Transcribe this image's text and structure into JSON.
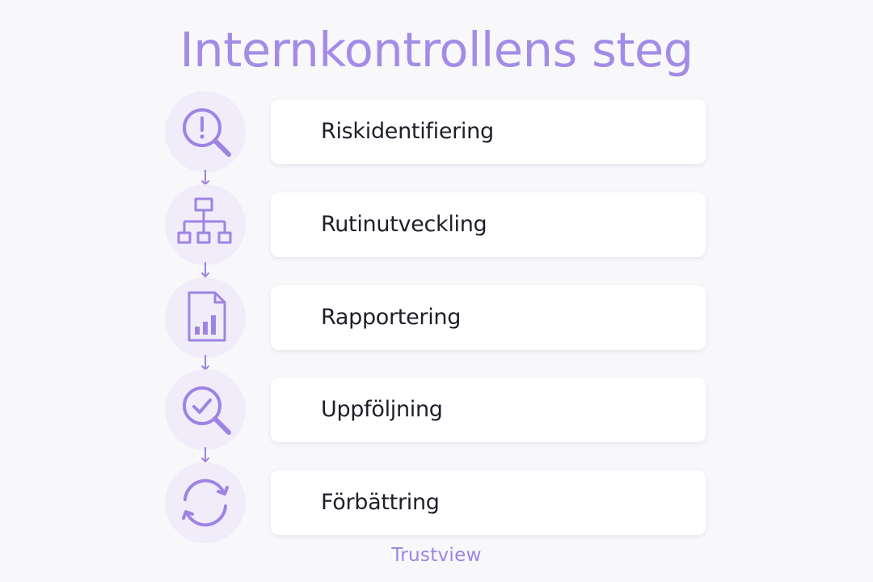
{
  "title": "Internkontrollens steg",
  "steps": [
    {
      "label": "Riskidentifiering",
      "icon": "magnifier-exclamation-icon"
    },
    {
      "label": "Rutinutveckling",
      "icon": "org-chart-icon"
    },
    {
      "label": "Rapportering",
      "icon": "report-document-icon"
    },
    {
      "label": "Uppföljning",
      "icon": "magnifier-check-icon"
    },
    {
      "label": "Förbättring",
      "icon": "refresh-cycle-icon"
    }
  ],
  "brand": "Trustview",
  "colors": {
    "accent": "#a38ce6",
    "icon_stroke": "#9d84e3",
    "circle_bg": "#f1ecfa",
    "card_bg": "#ffffff",
    "text": "#1f1d2b",
    "background": "#f8f7fa"
  }
}
